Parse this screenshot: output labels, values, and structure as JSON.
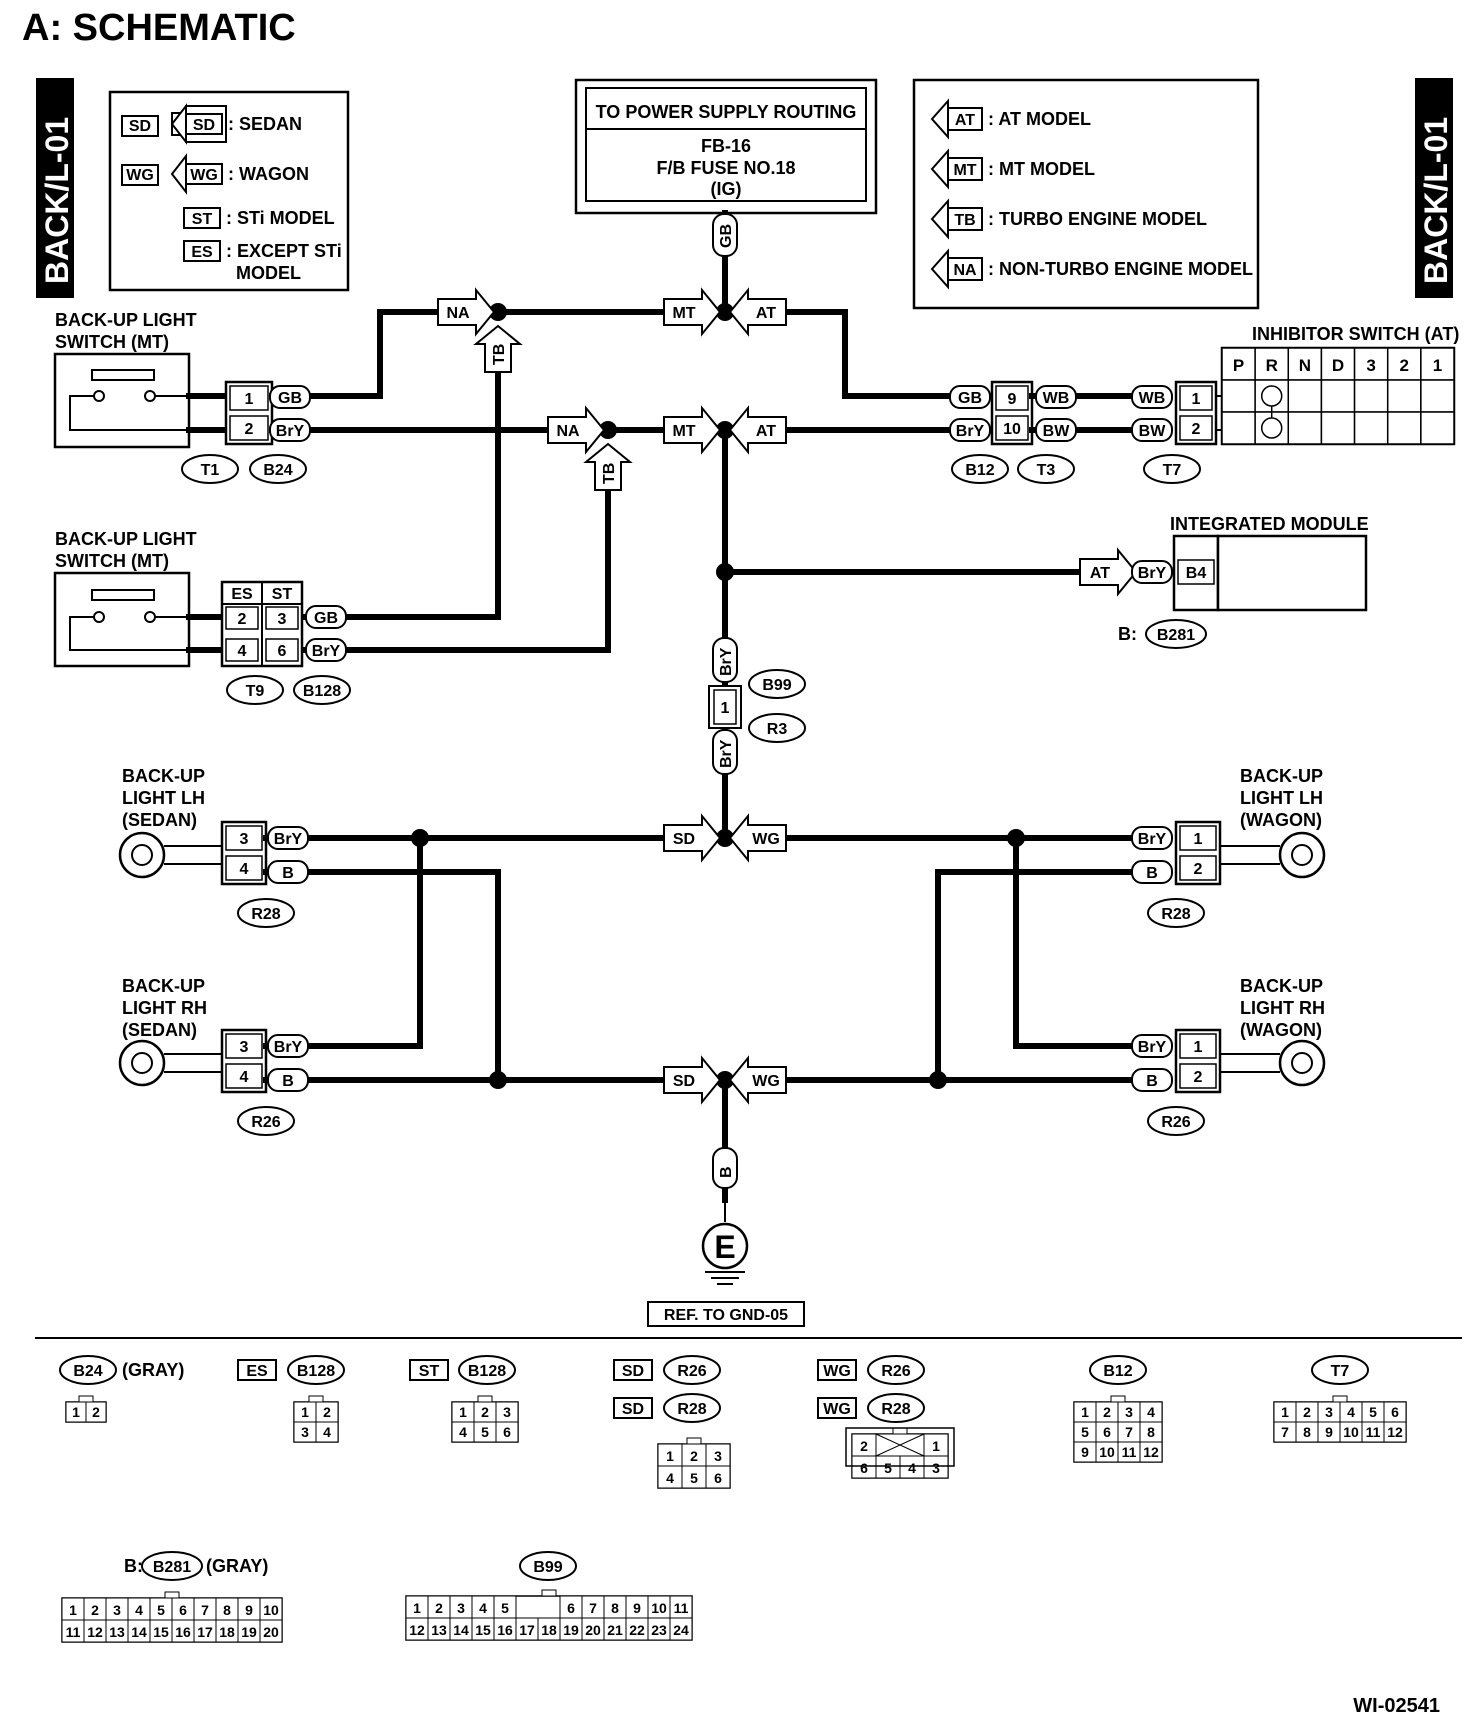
{
  "title": "A:  SCHEMATIC",
  "side_label": "BACK/L-01",
  "figure_id": "WI-02541",
  "legend_body": [
    {
      "code": "SD",
      "text": ": SEDAN"
    },
    {
      "code": "WG",
      "text": ": WAGON"
    },
    {
      "code": "ST",
      "text": ": STi MODEL"
    },
    {
      "code": "ES",
      "text": ": EXCEPT STi",
      "text2": "MODEL"
    }
  ],
  "legend_model": [
    {
      "code": "AT",
      "text": ": AT MODEL"
    },
    {
      "code": "MT",
      "text": ": MT MODEL"
    },
    {
      "code": "TB",
      "text": ": TURBO ENGINE MODEL"
    },
    {
      "code": "NA",
      "text": ": NON-TURBO ENGINE MODEL"
    }
  ],
  "power": {
    "line1": "TO POWER SUPPLY ROUTING",
    "line2": "FB-16",
    "line3": "F/B FUSE NO.18",
    "line4": "(IG)"
  },
  "components": {
    "sw_mt_1": {
      "line1": "BACK-UP LIGHT",
      "line2": "SWITCH (MT)"
    },
    "sw_mt_2": {
      "line1": "BACK-UP LIGHT",
      "line2": "SWITCH (MT)"
    },
    "inhibitor": "INHIBITOR SWITCH (AT)",
    "inhibitor_positions": [
      "P",
      "R",
      "N",
      "D",
      "3",
      "2",
      "1"
    ],
    "module": "INTEGRATED MODULE",
    "lh_sedan": {
      "line1": "BACK-UP",
      "line2": "LIGHT LH",
      "line3": "(SEDAN)"
    },
    "rh_sedan": {
      "line1": "BACK-UP",
      "line2": "LIGHT RH",
      "line3": "(SEDAN)"
    },
    "lh_wagon": {
      "line1": "BACK-UP",
      "line2": "LIGHT LH",
      "line3": "(WAGON)"
    },
    "rh_wagon": {
      "line1": "BACK-UP",
      "line2": "LIGHT RH",
      "line3": "(WAGON)"
    },
    "ground": "E",
    "ground_ref": "REF. TO GND-05"
  },
  "wires": {
    "gb": "GB",
    "bry": "BrY",
    "wb": "WB",
    "bw": "BW",
    "b": "B"
  },
  "connectors": {
    "t1": "T1",
    "b24": "B24",
    "t9": "T9",
    "b128": "B128",
    "b12": "B12",
    "t3": "T3",
    "t7": "T7",
    "b281": "B281",
    "b281_prefix": "B:",
    "b99": "B99",
    "r3": "R3",
    "r28": "R28",
    "r26": "R26"
  },
  "pins": {
    "p1": "1",
    "p2": "2",
    "p3": "3",
    "p4": "4",
    "p6": "6",
    "p9": "9",
    "p10": "10",
    "b4": "B4",
    "es": "ES",
    "st": "ST"
  },
  "tags": {
    "na": "NA",
    "tb": "TB",
    "mt": "MT",
    "at": "AT",
    "sd": "SD",
    "wg": "WG"
  },
  "bottom": {
    "b24": {
      "name": "B24",
      "note": "(GRAY)"
    },
    "b128_es": {
      "code": "ES",
      "name": "B128"
    },
    "b128_st": {
      "code": "ST",
      "name": "B128"
    },
    "r26_sd": {
      "code": "SD",
      "name": "R26"
    },
    "r28_sd": {
      "code": "SD",
      "name": "R28"
    },
    "r26_wg": {
      "code": "WG",
      "name": "R26"
    },
    "r28_wg": {
      "code": "WG",
      "name": "R28"
    },
    "b12": {
      "name": "B12"
    },
    "t7": {
      "name": "T7"
    },
    "b281": {
      "prefix": "B:",
      "name": "B281",
      "note": "(GRAY)"
    },
    "b99": {
      "name": "B99"
    },
    "pins_b24": [
      "1",
      "2"
    ],
    "pins_es": [
      [
        "1",
        "2"
      ],
      [
        "3",
        "4"
      ]
    ],
    "pins_st": [
      [
        "1",
        "2",
        "3"
      ],
      [
        "4",
        "5",
        "6"
      ]
    ],
    "pins_sd": [
      [
        "1",
        "2",
        "3"
      ],
      [
        "4",
        "5",
        "6"
      ]
    ],
    "pins_wg": [
      [
        "2",
        "",
        "",
        "1"
      ],
      [
        "6",
        "5",
        "4",
        "3"
      ]
    ],
    "pins_b12": [
      [
        "1",
        "2",
        "3",
        "4"
      ],
      [
        "5",
        "6",
        "7",
        "8"
      ],
      [
        "9",
        "10",
        "11",
        "12"
      ]
    ],
    "pins_t7": [
      [
        "1",
        "2",
        "3",
        "4",
        "5",
        "6"
      ],
      [
        "7",
        "8",
        "9",
        "10",
        "11",
        "12"
      ]
    ],
    "pins_b281": [
      [
        "1",
        "2",
        "3",
        "4",
        "5",
        "6",
        "7",
        "8",
        "9",
        "10"
      ],
      [
        "11",
        "12",
        "13",
        "14",
        "15",
        "16",
        "17",
        "18",
        "19",
        "20"
      ]
    ],
    "pins_b99": [
      [
        "1",
        "2",
        "3",
        "4",
        "5",
        "",
        "",
        "6",
        "7",
        "8",
        "9",
        "10",
        "11"
      ],
      [
        "12",
        "13",
        "14",
        "15",
        "16",
        "17",
        "18",
        "19",
        "20",
        "21",
        "22",
        "23",
        "24"
      ]
    ]
  }
}
